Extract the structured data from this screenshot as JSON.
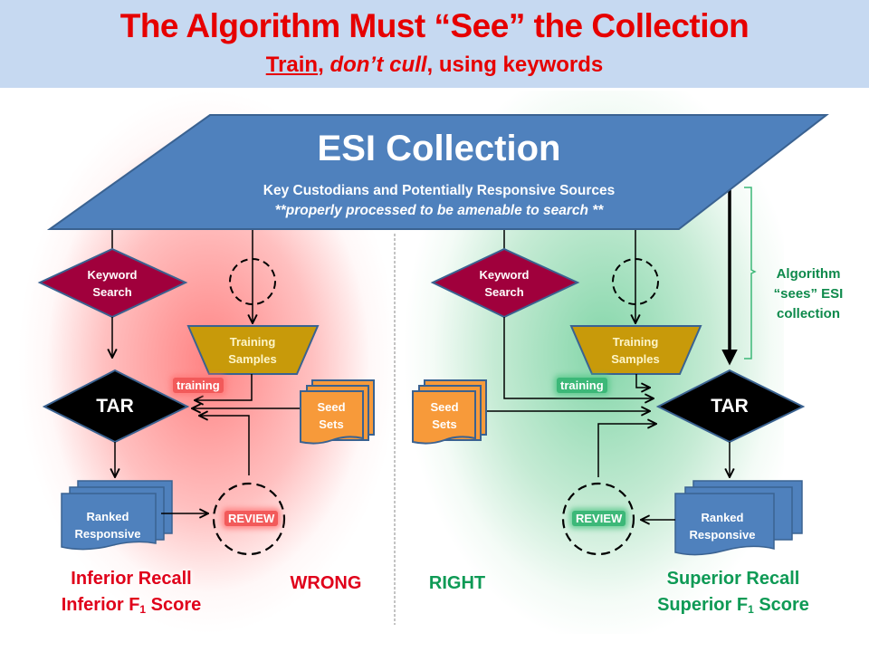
{
  "header": {
    "title": "The Algorithm Must “See” the Collection",
    "subtitle_part1": "Train",
    "subtitle_part2": ", ",
    "subtitle_part3": "don’t cull",
    "subtitle_part4": ", using keywords"
  },
  "esi": {
    "title": "ESI Collection",
    "line1": "Key Custodians and Potentially Responsive Sources",
    "line2": "**properly  processed  to be amenable  to search **"
  },
  "left": {
    "keyword_line1": "Keyword",
    "keyword_line2": "Search",
    "training_line1": "Training",
    "training_line2": "Samples",
    "training_tag": "training",
    "tar": "TAR",
    "seed_line1": "Seed",
    "seed_line2": "Sets",
    "ranked_line1": "Ranked",
    "ranked_line2": "Responsive",
    "review": "REVIEW",
    "outcome_line1": "Inferior Recall",
    "outcome_line2_pre": "Inferior F",
    "outcome_line2_sub": "1",
    "outcome_line2_post": " Score",
    "verdict": "WRONG"
  },
  "right": {
    "keyword_line1": "Keyword",
    "keyword_line2": "Search",
    "training_line1": "Training",
    "training_line2": "Samples",
    "training_tag": "training",
    "tar": "TAR",
    "seed_line1": "Seed",
    "seed_line2": "Sets",
    "ranked_line1": "Ranked",
    "ranked_line2": "Responsive",
    "review": "REVIEW",
    "outcome_line1": "Superior Recall",
    "outcome_line2_pre": "Superior F",
    "outcome_line2_sub": "1",
    "outcome_line2_post": " Score",
    "verdict": "RIGHT",
    "algo_line1": "Algorithm",
    "algo_line2": "“sees” ESI",
    "algo_line3": "collection"
  },
  "colors": {
    "title_red": "#e60000",
    "header_bg": "#c6d9f1",
    "esi_blue": "#4f81bd",
    "keyword_maroon": "#a0003c",
    "training_gold": "#c89a0a",
    "seed_orange": "#f79a3a",
    "tar_black": "#000000",
    "green_text": "#0e9a55"
  }
}
